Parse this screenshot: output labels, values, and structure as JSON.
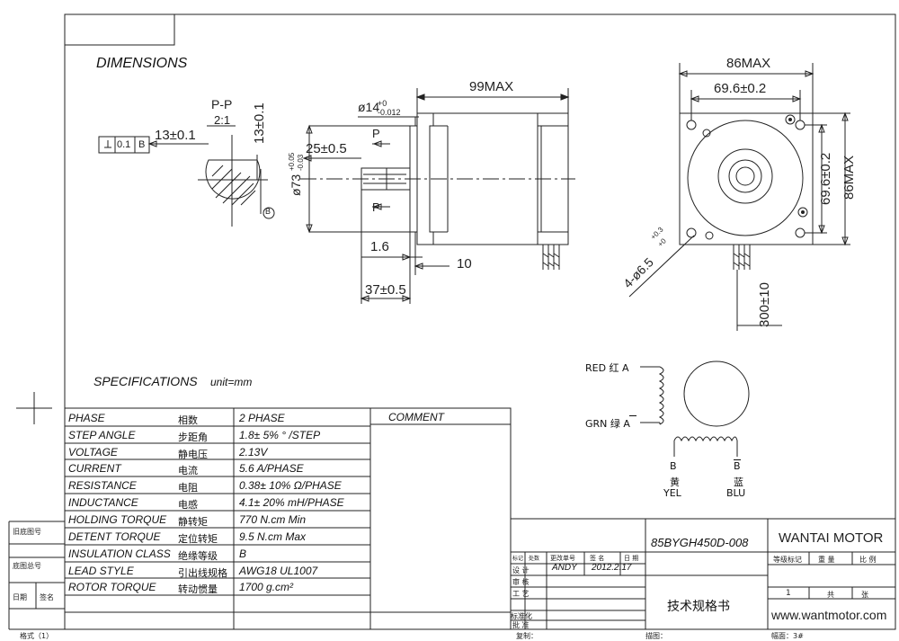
{
  "headings": {
    "dimensions": "DIMENSIONS",
    "specifications": "SPECIFICATIONS",
    "unit": "unit=mm"
  },
  "dims": {
    "pp": "P-P",
    "scale": "2:1",
    "tol": "0.1",
    "tolref": "B",
    "d13a": "13±0.1",
    "d13b": "13±0.1",
    "d73": "ø73",
    "d73_up": "+0.05",
    "d73_dn": "-0.03",
    "d14": "ø14",
    "d14_up": "+0",
    "d14_dn": "-0.012",
    "d25": "25±0.5",
    "d99": "99MAX",
    "d16": "1.6",
    "d10": "10",
    "d37": "37±0.5",
    "p1": "P",
    "p2": "P",
    "bref": "B",
    "d86h": "86MAX",
    "d696h": "69.6±0.2",
    "d696v": "69.6±0.2",
    "d86v": "86MAX",
    "hole": "4-ø6.5",
    "hole_up": "+0.3",
    "hole_dn": "+0",
    "lead": "300±10"
  },
  "wiring": {
    "red": "RED 红 A",
    "grn": "GRN 绿 A",
    "b": "B",
    "bbar": "B",
    "yel_cn": "黄",
    "yel": "YEL",
    "blu_cn": "蓝",
    "blu": "BLU"
  },
  "specs": {
    "comment": "COMMENT",
    "rows": [
      {
        "en": "PHASE",
        "cn": "相数",
        "val": "2  PHASE"
      },
      {
        "en": "STEP ANGLE",
        "cn": "步距角",
        "val": "1.8± 5% ° /STEP"
      },
      {
        "en": "VOLTAGE",
        "cn": "静电压",
        "val": "2.13V"
      },
      {
        "en": "CURRENT",
        "cn": "电流",
        "val": "5.6 A/PHASE"
      },
      {
        "en": "RESISTANCE",
        "cn": "电阻",
        "val": "0.38± 10%  Ω/PHASE"
      },
      {
        "en": "INDUCTANCE",
        "cn": "电感",
        "val": "4.1± 20% mH/PHASE"
      },
      {
        "en": "HOLDING TORQUE",
        "cn": "静转矩",
        "val": "770  N.cm Min"
      },
      {
        "en": "DETENT TORQUE",
        "cn": "定位转矩",
        "val": "9.5 N.cm Max"
      },
      {
        "en": "INSULATION CLASS",
        "cn": "绝缘等级",
        "val": "B"
      },
      {
        "en": "LEAD STYLE",
        "cn": "引出线规格",
        "val": "AWG18 UL1007"
      },
      {
        "en": "ROTOR TORQUE",
        "cn": "转动惯量",
        "val": "1700 g.cm²"
      }
    ]
  },
  "side": {
    "l1": "旧底图号",
    "l2": "底图总号",
    "l3": "日期",
    "l4": "签名",
    "l5": "格式（1）"
  },
  "title": {
    "model": "85BYGH450D-008",
    "company": "WANTAI MOTOR",
    "url": "www.wantmotor.com",
    "doc": "技术规格书",
    "mark": "标记",
    "count": "处数",
    "chg": "更改单号",
    "sign": "签  名",
    "date": "日 期",
    "design": "设  计",
    "designer": "ANDY",
    "ddate": "2012.2.17",
    "review": "审  核",
    "craft": "工  艺",
    "std": "标准化",
    "approve": "批  准",
    "grade": "等级标记",
    "weight": "重  量",
    "ratio": "比  例",
    "sheet_no": "1",
    "total": "共",
    "sheets": "张",
    "copy": "复制：",
    "trace": "描图：",
    "size": "幅面：3#"
  }
}
